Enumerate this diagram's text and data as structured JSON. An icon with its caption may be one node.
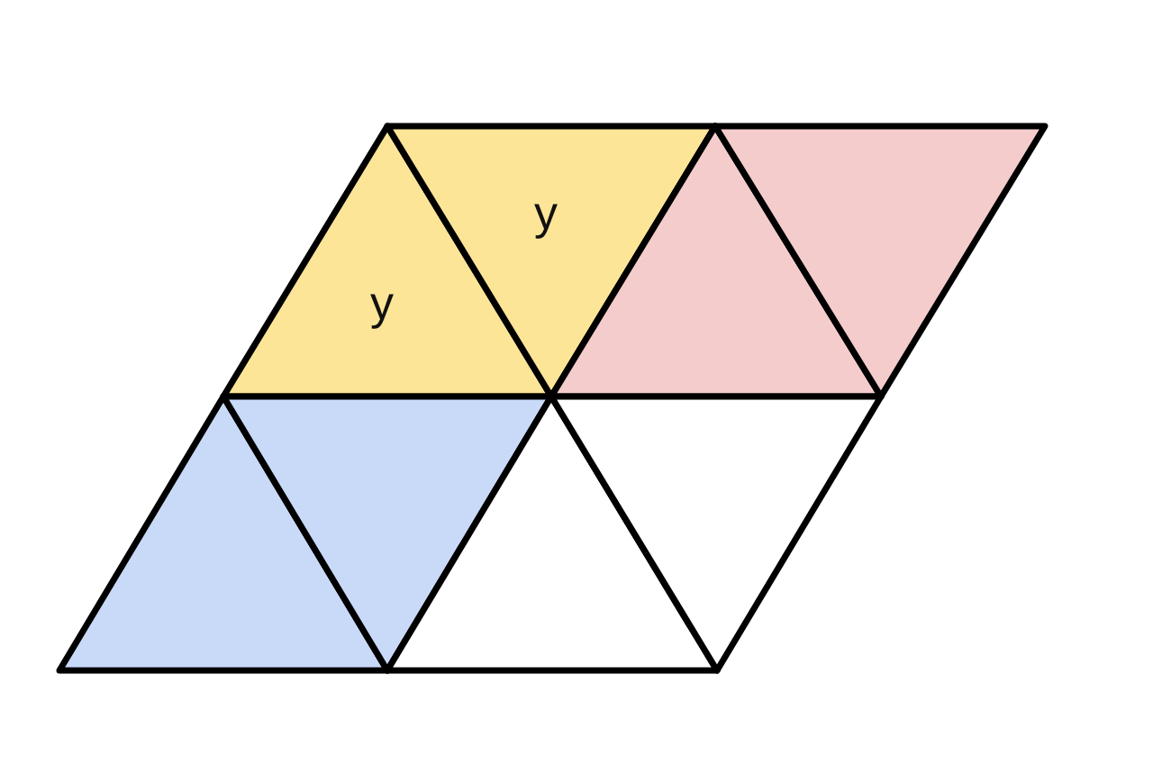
{
  "diagram": {
    "nodes": [
      {
        "text": [
          "y"
        ]
      },
      {
        "text": [
          "y"
        ]
      },
      {
        "text": [],
        "shape": "triangle"
      },
      {
        "text": [],
        "shape": "triangle"
      },
      {
        "text": [],
        "shape": "triangle"
      },
      {
        "text": [],
        "shape": "triangle"
      },
      {
        "text": [],
        "shape": "triangle"
      },
      {
        "text": [],
        "shape": "triangle"
      }
    ]
  }
}
